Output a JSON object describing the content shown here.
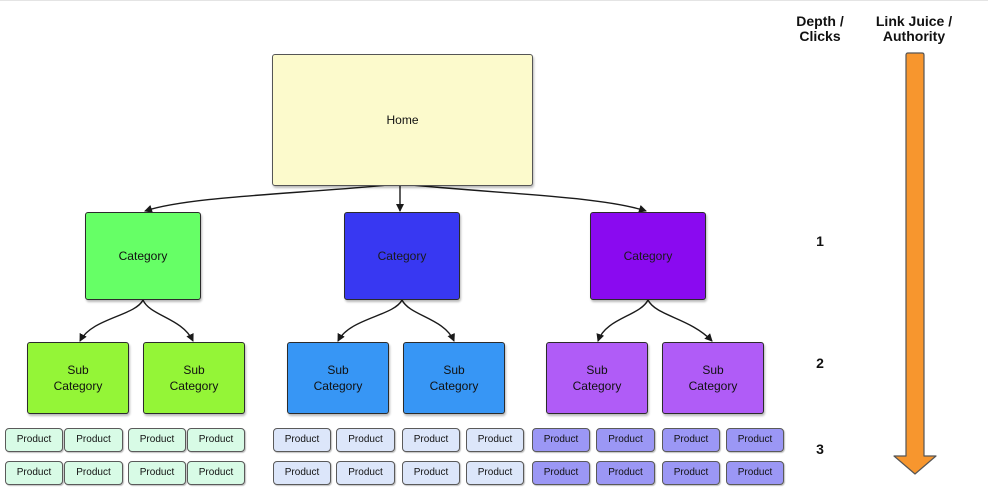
{
  "home": {
    "label": "Home"
  },
  "categories": [
    {
      "label": "Category",
      "color": "#66ff66"
    },
    {
      "label": "Category",
      "color": "#3838f2"
    },
    {
      "label": "Category",
      "color": "#8a0af0"
    }
  ],
  "subcategories": [
    {
      "label": "Sub\nCategory",
      "color": "#94f537"
    },
    {
      "label": "Sub\nCategory",
      "color": "#94f537"
    },
    {
      "label": "Sub\nCategory",
      "color": "#3796f5"
    },
    {
      "label": "Sub\nCategory",
      "color": "#3796f5"
    },
    {
      "label": "Sub\nCategory",
      "color": "#b05cf7"
    },
    {
      "label": "Sub\nCategory",
      "color": "#b05cf7"
    }
  ],
  "products": {
    "label": "Product",
    "group_colors": [
      "#d8fbe6",
      "#dce6fa",
      "#9b97f5"
    ]
  },
  "headers": {
    "depth": "Depth /\nClicks",
    "link_juice": "Link Juice /\nAuthority"
  },
  "depth_levels": [
    "1",
    "2",
    "3"
  ],
  "arrow": {
    "fill": "#f7962e",
    "stroke": "#555555"
  },
  "connector_color": "#1a1a1a"
}
